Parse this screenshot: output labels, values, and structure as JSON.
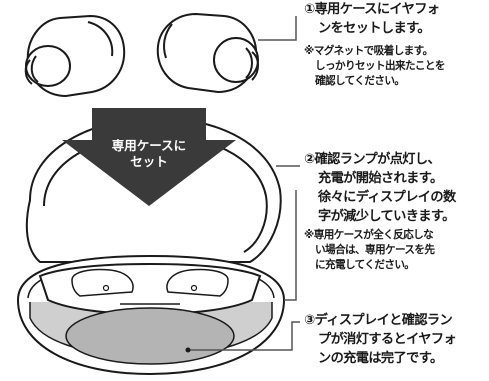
{
  "arrow": {
    "line1": "専用ケースに",
    "line2": "セット"
  },
  "callouts": [
    {
      "step_lines": [
        "①専用ケースにイヤフォ",
        "ンをセットします。"
      ],
      "note_lines": [
        "※マグネットで吸着します。",
        "しっかりセット出来たことを",
        "確認してください。"
      ]
    },
    {
      "step_lines": [
        "②確認ランプが点灯し、",
        "充電が開始されます。",
        "徐々にディスプレイの数",
        "字が減少していきます。"
      ],
      "note_lines": [
        "※専用ケースが全く反応しな",
        "い場合は、専用ケースを先",
        "に充電してください。"
      ]
    },
    {
      "step_lines": [
        "③ディスプレイと確認ラン",
        "プが消灯するとイヤフォ",
        "ンの充電は完了です。"
      ],
      "note_lines": []
    }
  ],
  "colors": {
    "arrow_fill": "#3a3a3a",
    "display_fill": "#b4b4b4",
    "outline": "#1a1a1a"
  }
}
